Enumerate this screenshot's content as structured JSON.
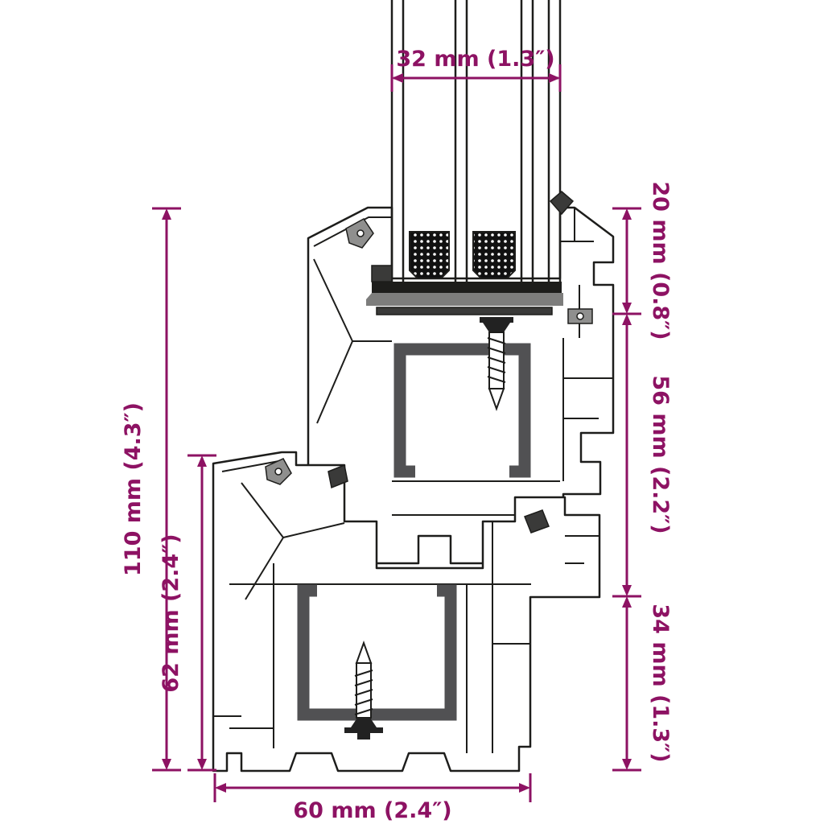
{
  "diagram": {
    "type": "technical-cross-section",
    "subject": "Window frame profile cross-section with glazing and dimension annotations",
    "dimensions": {
      "top": {
        "label": "32 mm (1.3″)",
        "position": "top",
        "measures": "glazing unit thickness"
      },
      "right_upper": {
        "label": "20 mm (0.8″)",
        "position": "right-upper"
      },
      "right_middle": {
        "label": "56 mm (2.2″)",
        "position": "right-middle"
      },
      "right_lower": {
        "label": "34 mm (1.3″)",
        "position": "right-lower"
      },
      "left_outer": {
        "label": "110 mm (4.3″)",
        "position": "left-outer",
        "measures": "total profile height"
      },
      "left_inner": {
        "label": "62 mm (2.4″)",
        "position": "left-inner",
        "measures": "frame height"
      },
      "bottom": {
        "label": "60 mm (2.4″)",
        "position": "bottom",
        "measures": "frame depth"
      }
    },
    "colors": {
      "dimension": "#8d1263",
      "outline": "#1d1d1b",
      "steel": "#515153",
      "seal": "#3a3a39",
      "fitting": "#8f8f8e",
      "background": "#ffffff"
    }
  }
}
